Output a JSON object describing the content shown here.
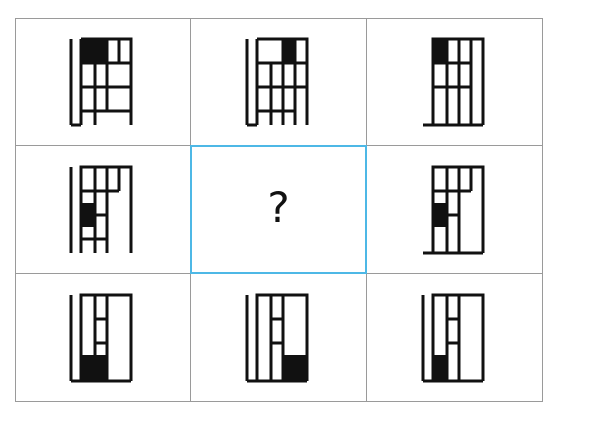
{
  "puzzle": {
    "question_mark": "?",
    "colors": {
      "ink": "#111111",
      "grid_line": "#9a9a9a",
      "highlight": "#4db8e6",
      "background": "#ffffff"
    },
    "figures": [
      {
        "cell": "r1c1",
        "frame_variant": "tall-left-bar",
        "filled_cell": "top-left"
      },
      {
        "cell": "r1c2",
        "frame_variant": "tall-left-bar",
        "filled_cell": "top-right"
      },
      {
        "cell": "r1c3",
        "frame_variant": "tall-left-bar",
        "filled_cell": "top-left"
      },
      {
        "cell": "r2c1",
        "frame_variant": "tall-left-bar",
        "filled_cell": "middle-left"
      },
      {
        "cell": "r2c2",
        "frame_variant": "missing",
        "filled_cell": "unknown"
      },
      {
        "cell": "r2c3",
        "frame_variant": "tall-left-bar",
        "filled_cell": "middle-left"
      },
      {
        "cell": "r3c1",
        "frame_variant": "tall-left-bar",
        "filled_cell": "bottom-left"
      },
      {
        "cell": "r3c2",
        "frame_variant": "tall-left-bar",
        "filled_cell": "bottom-right"
      },
      {
        "cell": "r3c3",
        "frame_variant": "tall-left-bar",
        "filled_cell": "bottom-left"
      }
    ]
  }
}
